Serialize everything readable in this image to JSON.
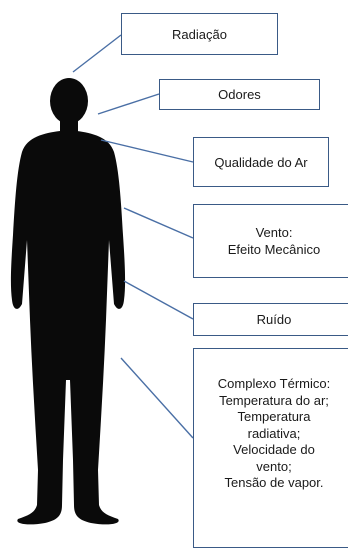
{
  "colors": {
    "connector_line": "#4a6fa5",
    "box_border": "#3a5a86",
    "silhouette": "#0a0a0a"
  },
  "factors": {
    "radiacao": "Radiação",
    "odores": "Odores",
    "qualidade_ar": "Qualidade do Ar",
    "vento": [
      "Vento:",
      "Efeito Mecânico"
    ],
    "ruido": "Ruído",
    "complexo_termico": [
      "Complexo Térmico:",
      "Temperatura do ar;",
      "Temperatura",
      "radiativa;",
      "Velocidade do",
      "vento;",
      "Tensão de vapor."
    ]
  }
}
